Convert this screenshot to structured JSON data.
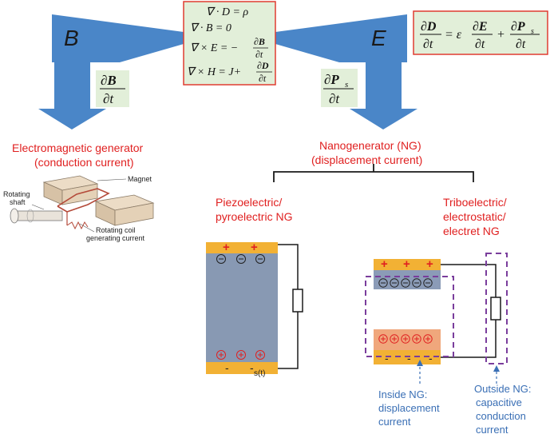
{
  "maxwell": {
    "eq1": "∇ · D = ρ",
    "eq2": "∇ · B = 0",
    "eq3": "∇ × E = −",
    "eq3_num": "∂B",
    "eq3_den": "∂t",
    "eq4": "∇ × H = J+",
    "eq4_num": "∂D",
    "eq4_den": "∂t"
  },
  "left_field": {
    "letter": "B",
    "term_num": "∂B",
    "term_den": "∂t"
  },
  "right_field": {
    "letter": "E",
    "term_num": "∂P",
    "term_sub": "s",
    "term_den": "∂t"
  },
  "top_right_eq": {
    "lhs_num": "∂D",
    "lhs_den": "∂t",
    "eq": "= ε",
    "t1_num": "∂E",
    "t1_den": "∂t",
    "plus": "+",
    "t2_num": "∂P",
    "t2_sub": "s",
    "t2_den": "∂t"
  },
  "em_generator": {
    "title1": "Electromagnetic generator",
    "title2": "(conduction current)",
    "magnet": "Magnet",
    "shaft1": "Rotating",
    "shaft2": "shaft",
    "coil1": "Rotating coil",
    "coil2": "generating current"
  },
  "nanogenerator": {
    "title1": "Nanogenerator (NG)",
    "title2": "(displacement current)"
  },
  "piezo": {
    "label1": "Piezoelectric/",
    "label2": "pyroelectric NG",
    "s_label": "s(t)"
  },
  "tribo": {
    "label1": "Triboelectric/",
    "label2": "electrostatic/",
    "label3": "electret NG"
  },
  "inside_ng": {
    "l1": "Inside NG:",
    "l2": "displacement",
    "l3": "current"
  },
  "outside_ng": {
    "l1": "Outside NG:",
    "l2": "capacitive",
    "l3": "conduction",
    "l4": "current"
  },
  "colors": {
    "arrow_blue": "#4a86c8",
    "formula_green": "#e2efd9",
    "formula_border": "#e03c31",
    "electrode": "#f2b134",
    "piezo_body": "#8899b3",
    "tribo_top": "#8b9bb7",
    "tribo_bottom": "#f0a77c",
    "dash_purple": "#7a3d9c",
    "red_text": "#e02020",
    "blue_text": "#3a6fb5"
  }
}
